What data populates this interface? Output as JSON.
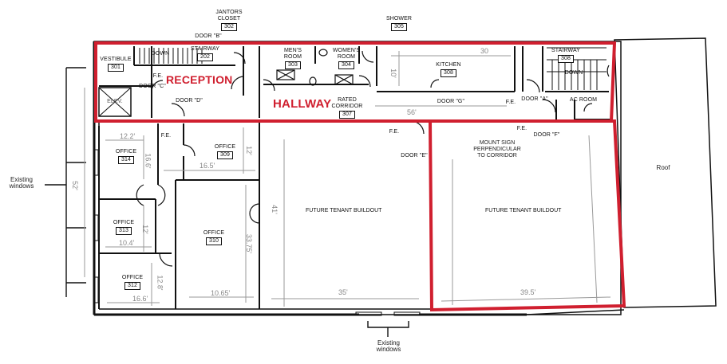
{
  "plan": {
    "highlight_color": "#d01f2f",
    "wall_color": "#111111",
    "dimension_color": "#888888",
    "zones": {
      "reception": "RECEPTION",
      "hallway": "HALLWAY"
    },
    "rooms": [
      {
        "id": "vestibule",
        "name": "VESTIBULE",
        "number": "301"
      },
      {
        "id": "janitors-closet",
        "name": "JANTORS CLOSET",
        "number": "302"
      },
      {
        "id": "stairway-202",
        "name": "STAIRWAY",
        "number": "202"
      },
      {
        "id": "mens-room",
        "name": "MEN'S ROOM",
        "number": "303"
      },
      {
        "id": "womens-room",
        "name": "WOMEN'S ROOM",
        "number": "304"
      },
      {
        "id": "shower",
        "name": "SHOWER",
        "number": "305"
      },
      {
        "id": "rated-corridor",
        "name": "RATED CORRIDOR",
        "number": "307"
      },
      {
        "id": "kitchen",
        "name": "KITCHEN",
        "number": "308"
      },
      {
        "id": "stairway-308",
        "name": "STAIRWAY",
        "number": "308"
      },
      {
        "id": "office-309",
        "name": "OFFICE",
        "number": "309"
      },
      {
        "id": "office-310",
        "name": "OFFICE",
        "number": "310"
      },
      {
        "id": "office-312",
        "name": "OFFICE",
        "number": "312"
      },
      {
        "id": "office-313",
        "name": "OFFICE",
        "number": "313"
      },
      {
        "id": "office-314",
        "name": "OFFICE",
        "number": "314"
      },
      {
        "id": "ac-room",
        "name": "AC ROOM",
        "number": ""
      },
      {
        "id": "elev",
        "name": "ELEV.",
        "number": ""
      }
    ],
    "doors": {
      "a": "DOOR \"A\"",
      "b": "DOOR \"B\"",
      "c": "DOOR \"C\"",
      "d": "DOOR \"D\"",
      "e": "DOOR \"E\"",
      "f": "DOOR \"F\"",
      "g": "DOOR \"G\""
    },
    "stair_labels": {
      "down": "DOWN"
    },
    "fire_extinguisher": "F.E.",
    "tenant_areas": [
      {
        "id": "tenant-west",
        "label": "FUTURE TENANT BUILDOUT"
      },
      {
        "id": "tenant-east",
        "label": "FUTURE TENANT BUILDOUT"
      }
    ],
    "dimensions": {
      "kitchen_width": "30",
      "kitchen_depth": "10'",
      "corridor_length": "56'",
      "office_314_width": "12.2'",
      "office_314_depth": "16.6'",
      "office_309_width": "16.5'",
      "office_309_depth": "12'",
      "office_313_width": "10.4'",
      "office_313_depth": "12'",
      "office_312_width": "16.6'",
      "office_312_depth": "12.8'",
      "office_310_width": "10.65'",
      "office_310_depth": "33.75'",
      "tenant_west_width": "35'",
      "tenant_west_depth": "41'",
      "tenant_east_width": "39.5'",
      "building_depth": "52'"
    },
    "annotations": {
      "existing_windows_left": "Existing windows",
      "existing_windows_bottom": "Existing windows",
      "mount_sign": "MOUNT SIGN PERPENDICULAR TO CORRIDOR",
      "roof": "Roof"
    }
  }
}
